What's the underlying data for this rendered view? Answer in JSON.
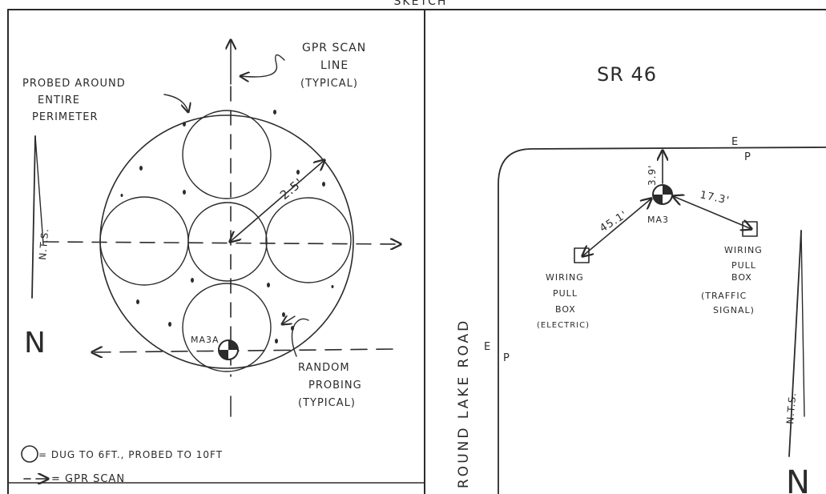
{
  "header": {
    "title": "SKETCH"
  },
  "left_panel": {
    "perimeter_note": [
      "PROBED AROUND",
      "ENTIRE",
      "PERIMETER"
    ],
    "scan_note": [
      "GPR SCAN",
      "LINE",
      "(TYPICAL)"
    ],
    "radius_label": "2.5'",
    "point_label": "MA3A",
    "probing_note": [
      "RANDOM",
      "PROBING",
      "(TYPICAL)"
    ],
    "scale_note": "N.T.S.",
    "north_letter": "N",
    "legend": [
      {
        "symbol": "circle",
        "text": "= DUG TO 6FT., PROBED TO 10FT"
      },
      {
        "symbol": "arrow",
        "text": "= GPR SCAN"
      }
    ]
  },
  "right_panel": {
    "road_top": "SR 46",
    "road_side": "ROUND LAKE ROAD",
    "ep_top": [
      "E",
      "P"
    ],
    "ep_side": [
      "E",
      "P"
    ],
    "point_label": "MA3",
    "dim_up": "3.9'",
    "dim_left": "45.1'",
    "dim_right": "17.3'",
    "box_left": [
      "WIRING",
      "PULL",
      "BOX",
      "(ELECTRIC)"
    ],
    "box_right": [
      "WIRING",
      "PULL",
      "BOX",
      "(TRAFFIC",
      "SIGNAL)"
    ],
    "scale_note": "N.T.S.",
    "north_letter": "N"
  }
}
